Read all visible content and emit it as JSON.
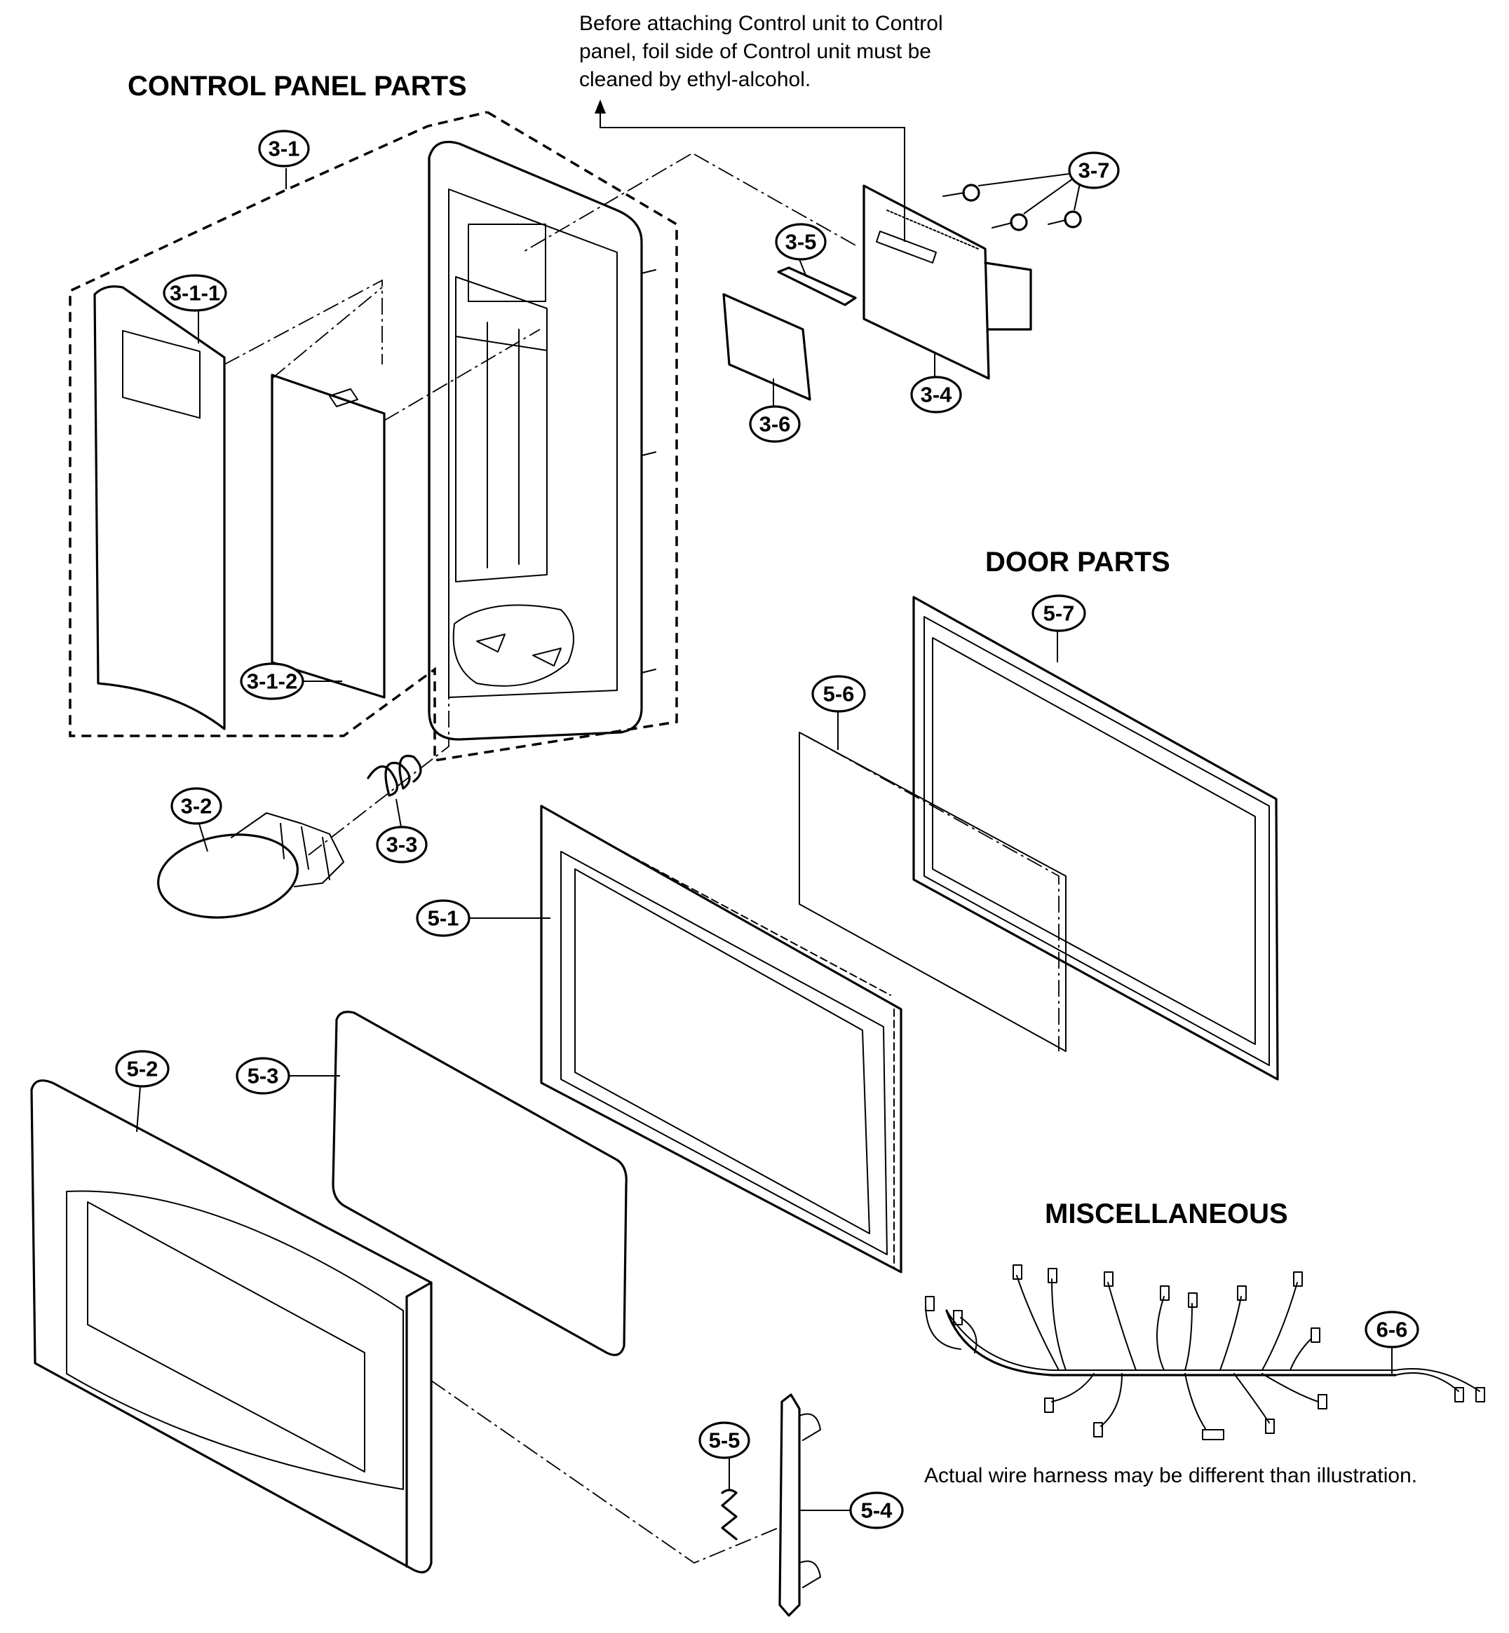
{
  "sections": {
    "control_panel": "CONTROL PANEL PARTS",
    "door": "DOOR PARTS",
    "misc": "MISCELLANEOUS"
  },
  "notes": {
    "control_unit_line1": "Before attaching Control unit to Control",
    "control_unit_line2": "panel, foil side of Control unit must be",
    "control_unit_line3": "cleaned by ethyl-alcohol.",
    "wire_harness": "Actual wire harness may be different than illustration."
  },
  "callouts": {
    "c3_1": "3-1",
    "c3_1_1": "3-1-1",
    "c3_1_2": "3-1-2",
    "c3_2": "3-2",
    "c3_3": "3-3",
    "c3_4": "3-4",
    "c3_5": "3-5",
    "c3_6": "3-6",
    "c3_7": "3-7",
    "c5_1": "5-1",
    "c5_2": "5-2",
    "c5_3": "5-3",
    "c5_4": "5-4",
    "c5_5": "5-5",
    "c5_6": "5-6",
    "c5_7": "5-7",
    "c6_6": "6-6"
  }
}
